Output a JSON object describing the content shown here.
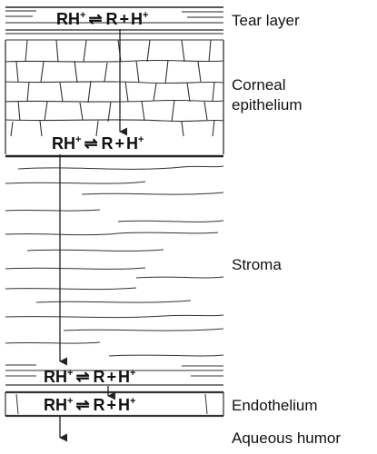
{
  "labels": {
    "tear_layer": "Tear layer",
    "corneal_line1": "Corneal",
    "corneal_line2": "epithelium",
    "stroma": "Stroma",
    "endothelium": "Endothelium",
    "aqueous_humor": "Aqueous humor"
  },
  "equation": {
    "rh": "RH",
    "plus_sup": "+",
    "equilibrium": "⇌",
    "r": "R",
    "plus": "+",
    "h": "H"
  }
}
